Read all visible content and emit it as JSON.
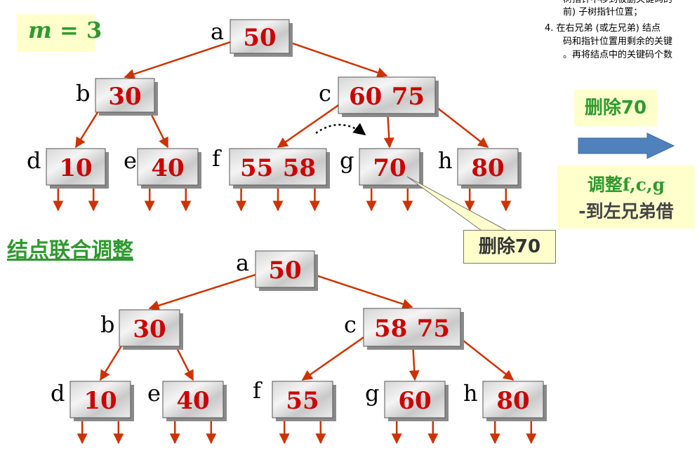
{
  "m_label": {
    "var": "m",
    "eq": " = 3"
  },
  "section_title": "结点联合调整",
  "notes": [
    "树指针中移到被删关键码的",
    "前) 子树指针位置；",
    "4.  在右兄弟 (或左兄弟) 结点",
    "码和指针位置用剩余的关键",
    "。再将结点中的关键码个数"
  ],
  "op_delete": "删除70",
  "op_adjust_1": "调整f,c,g",
  "op_adjust_2": "-到左兄弟借",
  "callout": "删除70",
  "top_tree": {
    "nodes": [
      {
        "id": "a",
        "label": "a",
        "keys": [
          "50"
        ]
      },
      {
        "id": "b",
        "label": "b",
        "keys": [
          "30"
        ]
      },
      {
        "id": "c",
        "label": "c",
        "keys": [
          "60",
          "75"
        ]
      },
      {
        "id": "d",
        "label": "d",
        "keys": [
          "10"
        ]
      },
      {
        "id": "e",
        "label": "e",
        "keys": [
          "40"
        ]
      },
      {
        "id": "f",
        "label": "f",
        "keys": [
          "55",
          "58"
        ]
      },
      {
        "id": "g",
        "label": "g",
        "keys": [
          "70"
        ]
      },
      {
        "id": "h",
        "label": "h",
        "keys": [
          "80"
        ]
      }
    ]
  },
  "bottom_tree": {
    "nodes": [
      {
        "id": "a",
        "label": "a",
        "keys": [
          "50"
        ]
      },
      {
        "id": "b",
        "label": "b",
        "keys": [
          "30"
        ]
      },
      {
        "id": "c",
        "label": "c",
        "keys": [
          "58",
          "75"
        ]
      },
      {
        "id": "d",
        "label": "d",
        "keys": [
          "10"
        ]
      },
      {
        "id": "e",
        "label": "e",
        "keys": [
          "40"
        ]
      },
      {
        "id": "f",
        "label": "f",
        "keys": [
          "55"
        ]
      },
      {
        "id": "g",
        "label": "g",
        "keys": [
          "60"
        ]
      },
      {
        "id": "h",
        "label": "h",
        "keys": [
          "80"
        ]
      }
    ]
  },
  "colors": {
    "key": "#cc0000",
    "edge": "#cc3300",
    "green": "#2e9a2e",
    "highlight": "#ffffcc",
    "arrow": "#4f81bd"
  }
}
